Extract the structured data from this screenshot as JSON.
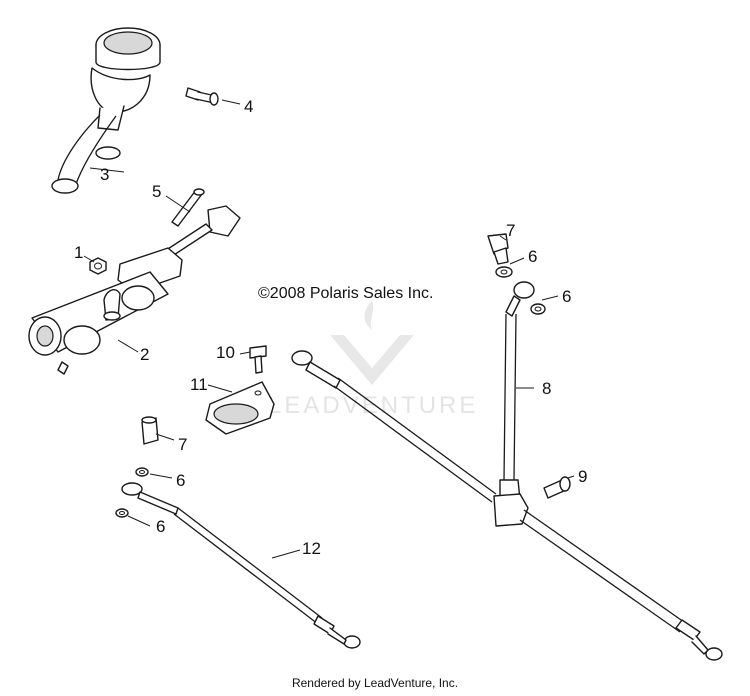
{
  "copyright": "©2008 Polaris Sales Inc.",
  "watermark": "LEADVENTURE",
  "footer": "Rendered by LeadVenture, Inc.",
  "callouts": {
    "reservoir": "3",
    "bolt_top": "4",
    "pushrod": "5",
    "nut": "1",
    "master_cylinder": "2",
    "bolt_clip": "10",
    "clip": "11",
    "banjo_bolt_left": "7",
    "washer_left_top": "6",
    "washer_left_bottom": "6",
    "hose_left": "12",
    "banjo_bolt_right": "7",
    "washer_right_a": "6",
    "washer_right_b": "6",
    "brake_line": "8",
    "bolt_tee": "9"
  }
}
